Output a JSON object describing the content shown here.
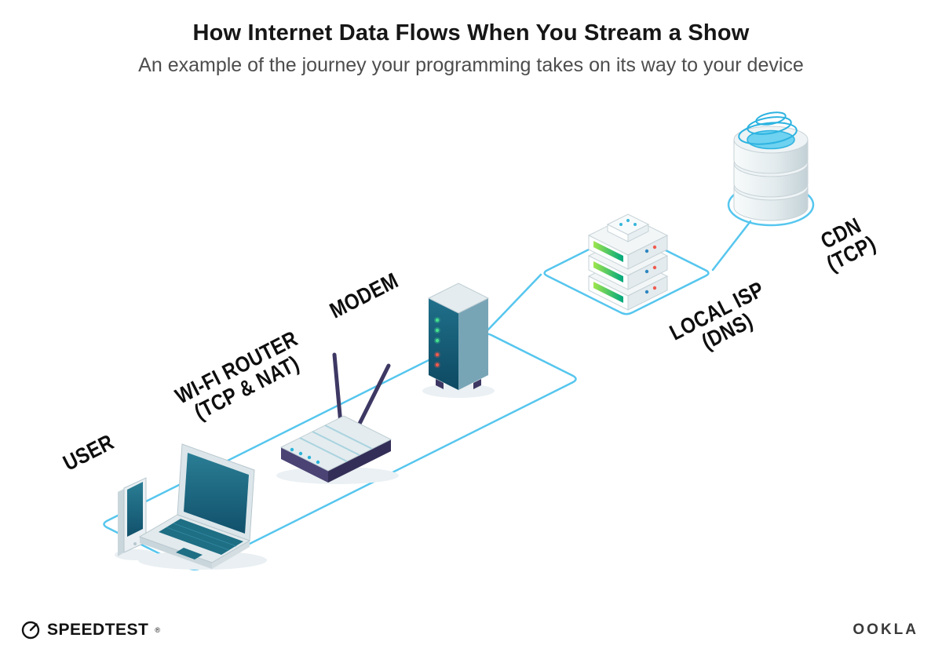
{
  "header": {
    "title": "How Internet Data Flows When You Stream a Show",
    "subtitle": "An example of the journey your programming takes on its way to your device"
  },
  "diagram": {
    "nodes": {
      "user": {
        "label": "USER"
      },
      "wifi_router": {
        "label": "WI-FI ROUTER",
        "protocol": "(TCP & NAT)"
      },
      "modem": {
        "label": "MODEM"
      },
      "local_isp": {
        "label": "LOCAL ISP",
        "protocol": "(DNS)"
      },
      "cdn": {
        "label": "CDN",
        "protocol": "(TCP)"
      }
    },
    "icons": [
      "smartphone-icon",
      "laptop-icon",
      "wifi-router-icon",
      "modem-icon",
      "isp-server-icon",
      "cdn-database-icon"
    ]
  },
  "footer": {
    "speedtest_brand": "SPEEDTEST",
    "trademark": "®",
    "ookla_brand": "OOKLA"
  },
  "colors": {
    "line": "#56C6EE",
    "title_text": "#161616",
    "subtitle_text": "#4D4D4D",
    "label_text": "#0E0E0E",
    "teal_screen": "#1B6B80",
    "device_navy": "#3D3863",
    "led_green": "#45E08E",
    "led_red": "#F0594D",
    "dot_blue": "#2E86C1",
    "stripe_green": "#37C878",
    "cdn_cyan": "#2DB3E0"
  }
}
